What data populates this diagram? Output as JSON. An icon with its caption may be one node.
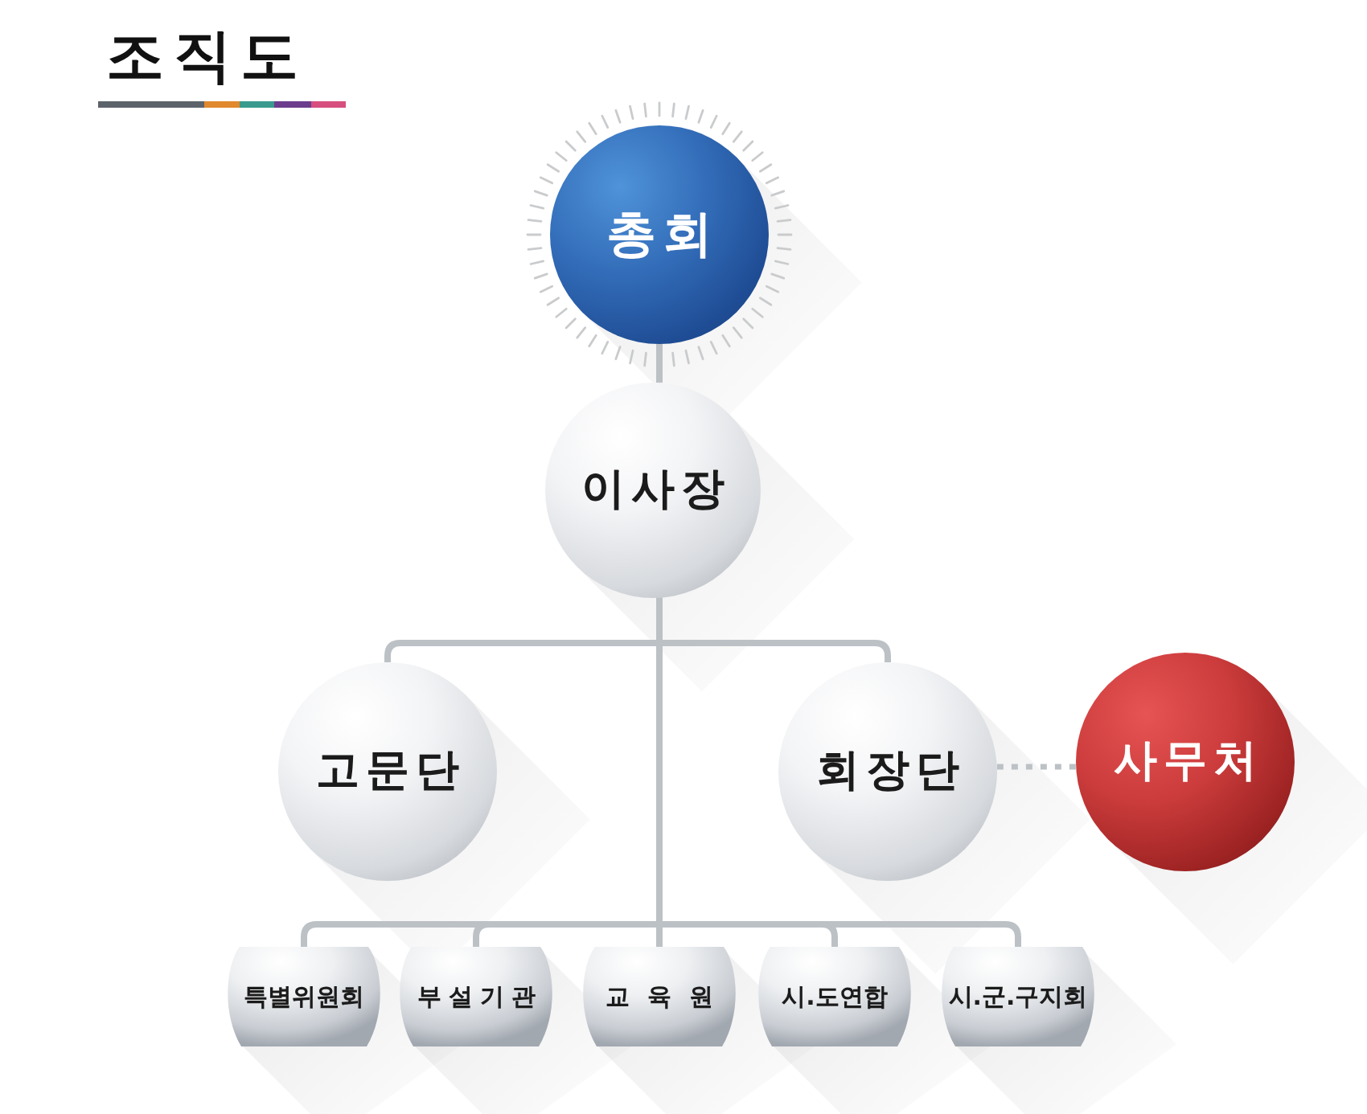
{
  "diagram": {
    "title": "조직도",
    "nodes": [
      {
        "text": [
          "총회"
        ]
      },
      {
        "text": [
          "이사장"
        ]
      },
      {
        "text": [
          "고문단"
        ]
      },
      {
        "text": [
          "회장단"
        ]
      },
      {
        "text": [
          "사무처"
        ]
      },
      {
        "text": [
          "특별위원회"
        ]
      },
      {
        "text": [
          "부설기관"
        ]
      },
      {
        "text": [
          "교 육 원"
        ]
      },
      {
        "text": [
          "시.도연합"
        ]
      },
      {
        "text": [
          "시.군.구지회"
        ]
      }
    ],
    "edges": [
      {
        "from": 0,
        "to": 1,
        "arrow": "none"
      },
      {
        "from": 1,
        "to": 2,
        "arrow": "none"
      },
      {
        "from": 1,
        "to": 3,
        "arrow": "none"
      },
      {
        "from": 3,
        "to": 4,
        "arrow": "none",
        "style": "dashed"
      },
      {
        "from": 1,
        "to": 5,
        "arrow": "none"
      },
      {
        "from": 1,
        "to": 6,
        "arrow": "none"
      },
      {
        "from": 1,
        "to": 7,
        "arrow": "none"
      },
      {
        "from": 1,
        "to": 8,
        "arrow": "none"
      },
      {
        "from": 1,
        "to": 9,
        "arrow": "none"
      }
    ]
  }
}
